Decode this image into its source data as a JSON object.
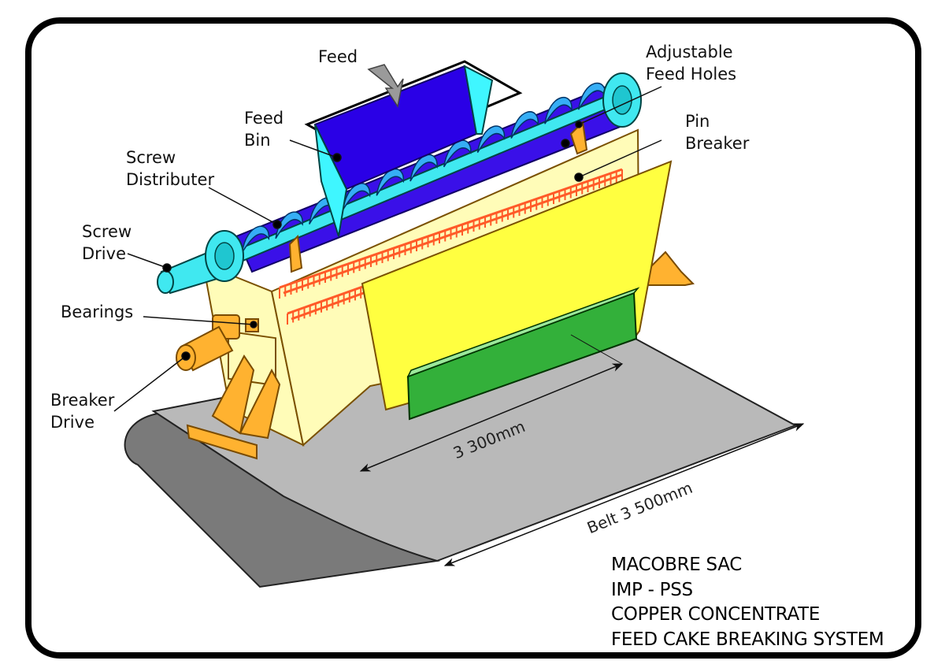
{
  "labels": {
    "feed": "Feed",
    "adjustable_feed_holes": [
      "Adjustable",
      "Feed Holes"
    ],
    "feed_bin": [
      "Feed",
      "Bin"
    ],
    "pin_breaker": [
      "Pin",
      "Breaker"
    ],
    "screw_distributer": [
      "Screw",
      "Distributer"
    ],
    "screw_drive": [
      "Screw",
      "Drive"
    ],
    "bearings": "Bearings",
    "breaker_drive": [
      "Breaker",
      "Drive"
    ]
  },
  "dimensions": {
    "breaker_length": "3 300mm",
    "belt_width": "Belt 3 500mm"
  },
  "title_block": [
    "MACOBRE SAC",
    "IMP - PSS",
    "COPPER CONCENTRATE",
    "FEED CAKE BREAKING SYSTEM"
  ],
  "colors": {
    "belt_top": "#b9b9b9",
    "belt_roll": "#7a7a7a",
    "housing": "#fffcb8",
    "plate": "#ffff40",
    "green_bar": "#33b03a",
    "feed_bin": "#2a00e6",
    "bin_side": "#3ff6ff",
    "shaft": "#40e8f0",
    "flights": "#36aef5",
    "pins": "#ff5a28",
    "stands": "#ffb230"
  }
}
